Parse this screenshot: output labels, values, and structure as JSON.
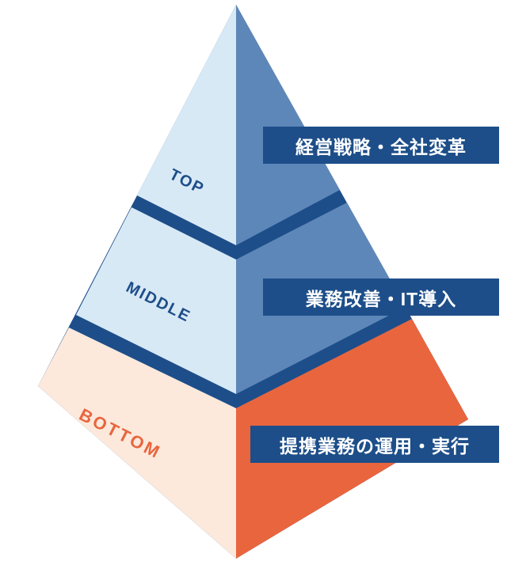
{
  "diagram": {
    "background": "#ffffff",
    "colors": {
      "navy": "#1d4e89",
      "light_blue": "#d8e9f6",
      "mid_blue": "#5e87b9",
      "cream": "#fce9dc",
      "orange": "#e9653e",
      "banner_bg": "#1d4e89",
      "banner_text": "#ffffff"
    },
    "tiers": [
      {
        "label": "TOP",
        "label_color": "#1d4e89",
        "banner": "経営戦略・全社変革"
      },
      {
        "label": "MIDDLE",
        "label_color": "#1d4e89",
        "banner": "業務改善・IT導入"
      },
      {
        "label": "BOTTOM",
        "label_color": "#e9653e",
        "banner": "提携業務の運用・実行"
      }
    ]
  }
}
